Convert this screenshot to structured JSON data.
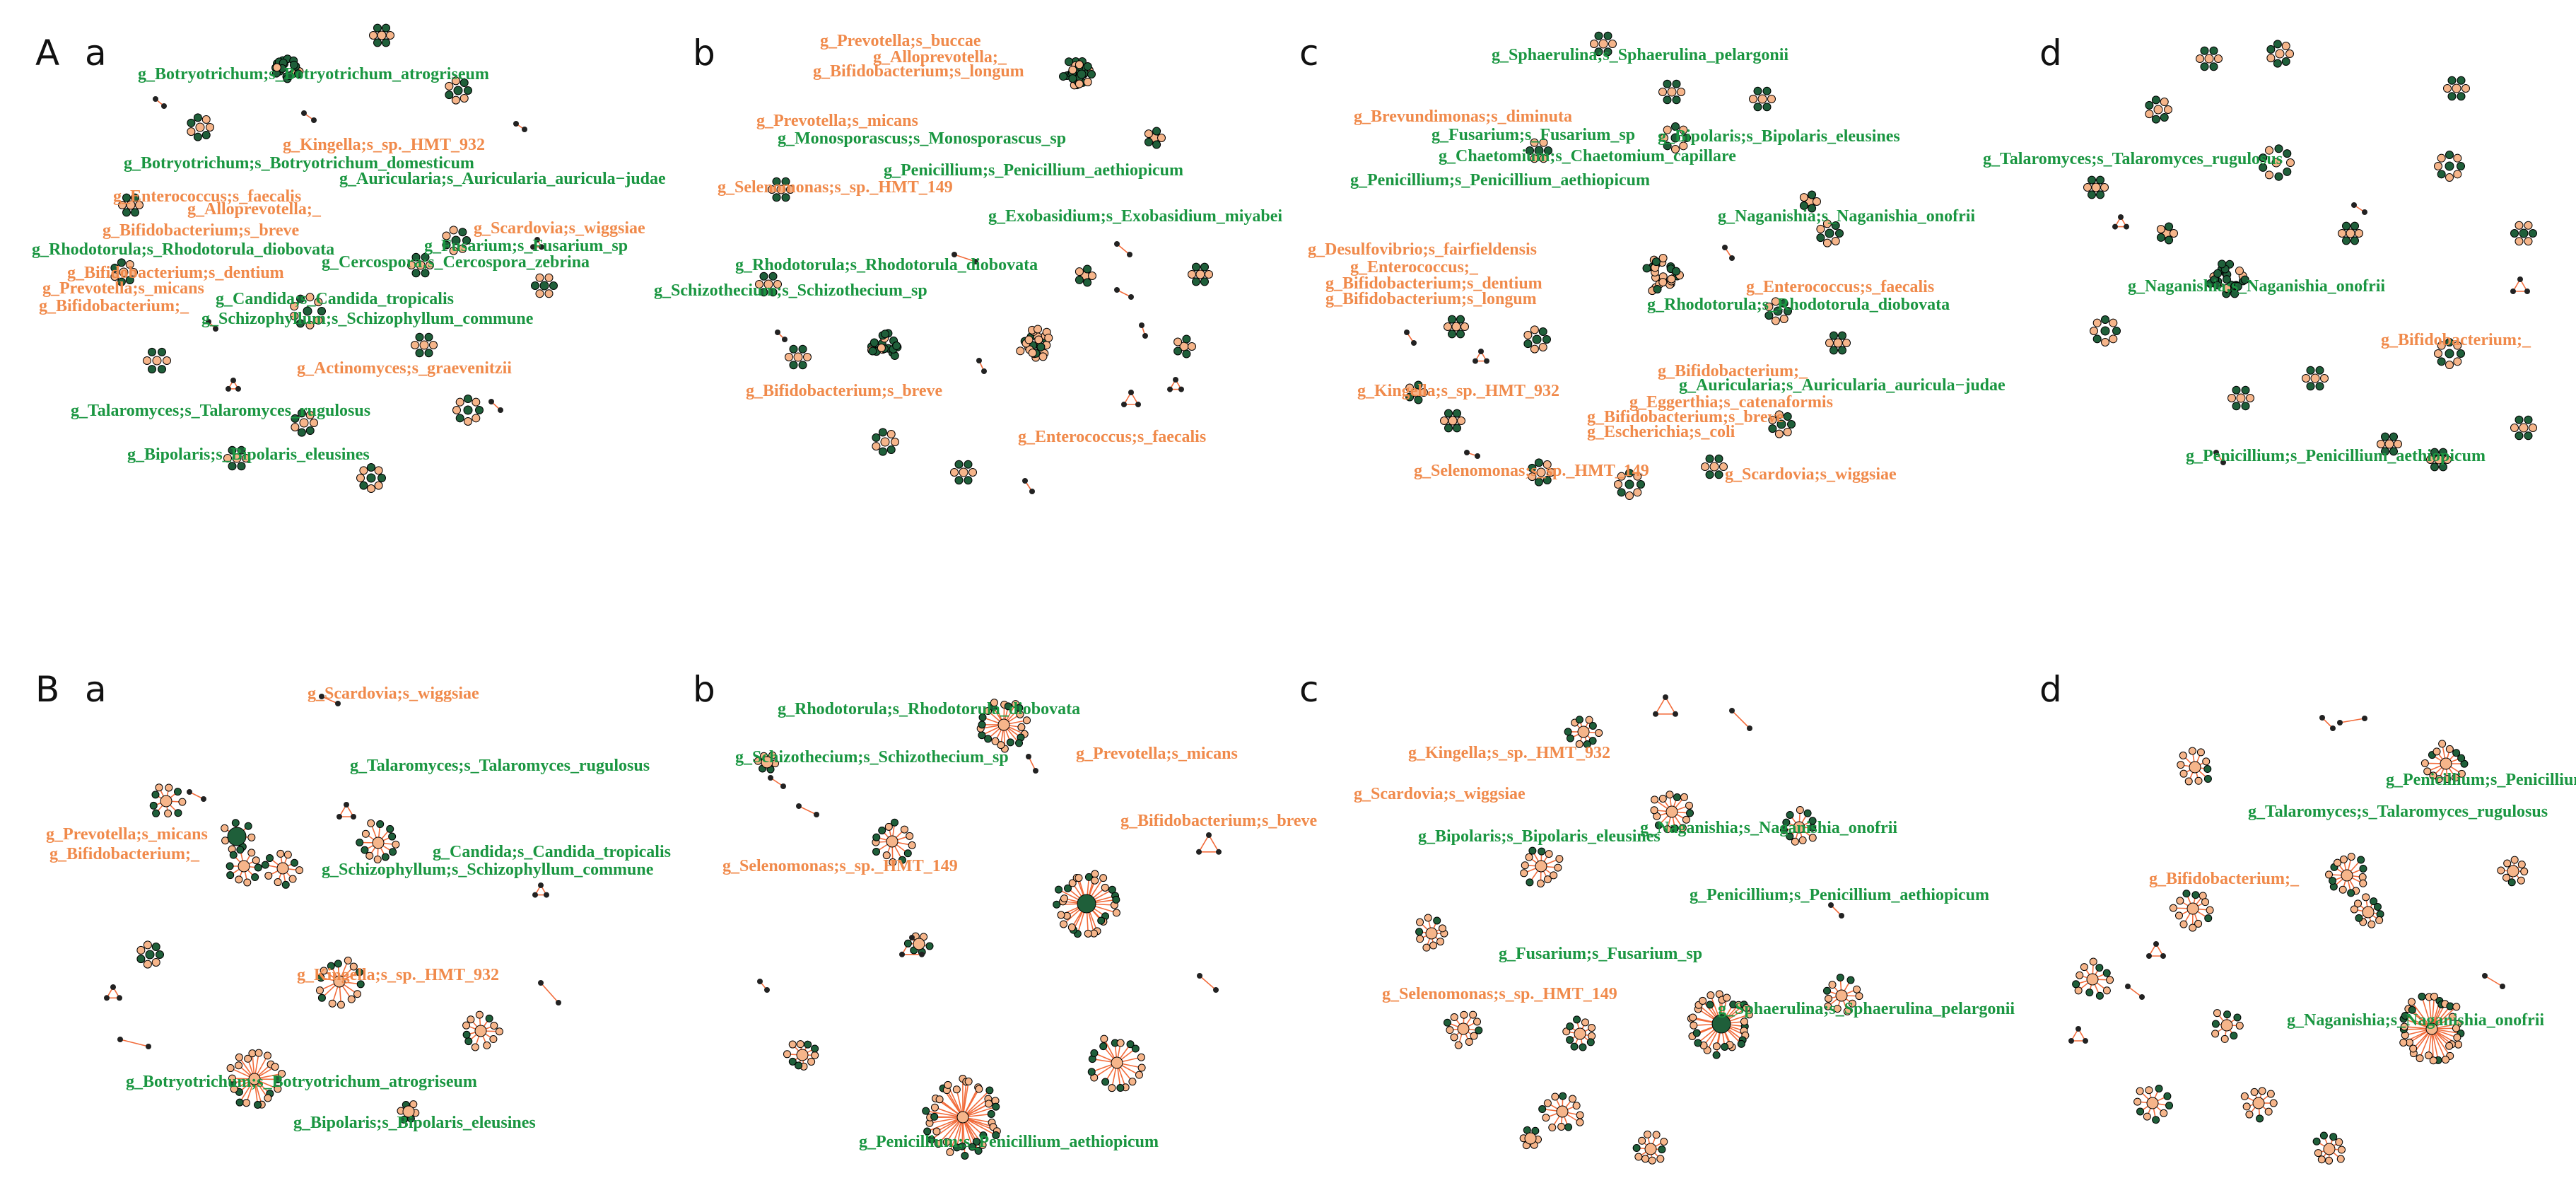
{
  "figure": {
    "rows": [
      {
        "label": "A",
        "panels": [
          {
            "label": "a",
            "taxa": [
              {
                "text": "g_Botryotrichum;s_Botryotrichum_atrogriseum",
                "kind": "fungi"
              },
              {
                "text": "g_Kingella;s_sp._HMT_932",
                "kind": "bacteria"
              },
              {
                "text": "g_Botryotrichum;s_Botryotrichum_domesticum",
                "kind": "fungi"
              },
              {
                "text": "g_Auricularia;s_Auricularia_auricula−judae",
                "kind": "fungi"
              },
              {
                "text": "g_Enterococcus;s_faecalis",
                "kind": "bacteria"
              },
              {
                "text": "g_Alloprevotella;_",
                "kind": "bacteria"
              },
              {
                "text": "g_Scardovia;s_wiggsiae",
                "kind": "bacteria"
              },
              {
                "text": "g_Bifidobacterium;s_breve",
                "kind": "bacteria"
              },
              {
                "text": "g_Fusarium;s_Fusarium_sp",
                "kind": "fungi"
              },
              {
                "text": "g_Rhodotorula;s_Rhodotorula_diobovata",
                "kind": "fungi"
              },
              {
                "text": "g_Cercospora;s_Cercospora_zebrina",
                "kind": "fungi"
              },
              {
                "text": "g_Bifidobacterium;s_dentium",
                "kind": "bacteria"
              },
              {
                "text": "g_Prevotella;s_micans",
                "kind": "bacteria"
              },
              {
                "text": "g_Candida;s_Candida_tropicalis",
                "kind": "fungi"
              },
              {
                "text": "g_Bifidobacterium;_",
                "kind": "bacteria"
              },
              {
                "text": "g_Schizophyllum;s_Schizophyllum_commune",
                "kind": "fungi"
              },
              {
                "text": "g_Actinomyces;s_graevenitzii",
                "kind": "bacteria"
              },
              {
                "text": "g_Talaromyces;s_Talaromyces_rugulosus",
                "kind": "fungi"
              },
              {
                "text": "g_Bipolaris;s_Bipolaris_eleusines",
                "kind": "fungi"
              }
            ]
          },
          {
            "label": "b",
            "taxa": [
              {
                "text": "g_Prevotella;s_buccae",
                "kind": "bacteria"
              },
              {
                "text": "g_Alloprevotella;_",
                "kind": "bacteria"
              },
              {
                "text": "g_Bifidobacterium;s_longum",
                "kind": "bacteria"
              },
              {
                "text": "g_Prevotella;s_micans",
                "kind": "bacteria"
              },
              {
                "text": "g_Monosporascus;s_Monosporascus_sp",
                "kind": "fungi"
              },
              {
                "text": "g_Penicillium;s_Penicillium_aethiopicum",
                "kind": "fungi"
              },
              {
                "text": "g_Selenomonas;s_sp._HMT_149",
                "kind": "bacteria"
              },
              {
                "text": "g_Exobasidium;s_Exobasidium_miyabei",
                "kind": "fungi"
              },
              {
                "text": "g_Rhodotorula;s_Rhodotorula_diobovata",
                "kind": "fungi"
              },
              {
                "text": "g_Schizothecium;s_Schizothecium_sp",
                "kind": "fungi"
              },
              {
                "text": "g_Bifidobacterium;s_breve",
                "kind": "bacteria"
              },
              {
                "text": "g_Enterococcus;s_faecalis",
                "kind": "bacteria"
              }
            ]
          },
          {
            "label": "c",
            "taxa": [
              {
                "text": "g_Sphaerulina;s_Sphaerulina_pelargonii",
                "kind": "fungi"
              },
              {
                "text": "g_Brevundimonas;s_diminuta",
                "kind": "bacteria"
              },
              {
                "text": "g_Fusarium;s_Fusarium_sp",
                "kind": "fungi"
              },
              {
                "text": "g_Bipolaris;s_Bipolaris_eleusines",
                "kind": "fungi"
              },
              {
                "text": "g_Chaetomium;s_Chaetomium_capillare",
                "kind": "fungi"
              },
              {
                "text": "g_Penicillium;s_Penicillium_aethiopicum",
                "kind": "fungi"
              },
              {
                "text": "g_Naganishia;s_Naganishia_onofrii",
                "kind": "fungi"
              },
              {
                "text": "g_Desulfovibrio;s_fairfieldensis",
                "kind": "bacteria"
              },
              {
                "text": "g_Enterococcus;_",
                "kind": "bacteria"
              },
              {
                "text": "g_Bifidobacterium;s_dentium",
                "kind": "bacteria"
              },
              {
                "text": "g_Bifidobacterium;s_longum",
                "kind": "bacteria"
              },
              {
                "text": "g_Enterococcus;s_faecalis",
                "kind": "bacteria"
              },
              {
                "text": "g_Rhodotorula;s_Rhodotorula_diobovata",
                "kind": "fungi"
              },
              {
                "text": "g_Bifidobacterium;_",
                "kind": "bacteria"
              },
              {
                "text": "g_Auricularia;s_Auricularia_auricula−judae",
                "kind": "fungi"
              },
              {
                "text": "g_Kingella;s_sp._HMT_932",
                "kind": "bacteria"
              },
              {
                "text": "g_Eggerthia;s_catenaformis",
                "kind": "bacteria"
              },
              {
                "text": "g_Bifidobacterium;s_breve",
                "kind": "bacteria"
              },
              {
                "text": "g_Escherichia;s_coli",
                "kind": "bacteria"
              },
              {
                "text": "g_Selenomonas;s_sp._HMT_149",
                "kind": "bacteria"
              },
              {
                "text": "g_Scardovia;s_wiggsiae",
                "kind": "bacteria"
              }
            ]
          },
          {
            "label": "d",
            "taxa": [
              {
                "text": "g_Talaromyces;s_Talaromyces_rugulosus",
                "kind": "fungi"
              },
              {
                "text": "g_Naganishia;s_Naganishia_onofrii",
                "kind": "fungi"
              },
              {
                "text": "g_Bifidobacterium;_",
                "kind": "bacteria"
              },
              {
                "text": "g_Penicillium;s_Penicillium_aethiopicum",
                "kind": "fungi"
              }
            ]
          }
        ]
      },
      {
        "label": "B",
        "panels": [
          {
            "label": "a",
            "taxa": [
              {
                "text": "g_Scardovia;s_wiggsiae",
                "kind": "bacteria"
              },
              {
                "text": "g_Talaromyces;s_Talaromyces_rugulosus",
                "kind": "fungi"
              },
              {
                "text": "g_Prevotella;s_micans",
                "kind": "bacteria"
              },
              {
                "text": "g_Bifidobacterium;_",
                "kind": "bacteria"
              },
              {
                "text": "g_Candida;s_Candida_tropicalis",
                "kind": "fungi"
              },
              {
                "text": "g_Schizophyllum;s_Schizophyllum_commune",
                "kind": "fungi"
              },
              {
                "text": "g_Kingella;s_sp._HMT_932",
                "kind": "bacteria"
              },
              {
                "text": "g_Botryotrichum;s_Botryotrichum_atrogriseum",
                "kind": "fungi"
              },
              {
                "text": "g_Bipolaris;s_Bipolaris_eleusines",
                "kind": "fungi"
              }
            ]
          },
          {
            "label": "b",
            "taxa": [
              {
                "text": "g_Rhodotorula;s_Rhodotorula_diobovata",
                "kind": "fungi"
              },
              {
                "text": "g_Schizothecium;s_Schizothecium_sp",
                "kind": "fungi"
              },
              {
                "text": "g_Prevotella;s_micans",
                "kind": "bacteria"
              },
              {
                "text": "g_Bifidobacterium;s_breve",
                "kind": "bacteria"
              },
              {
                "text": "g_Selenomonas;s_sp._HMT_149",
                "kind": "bacteria"
              },
              {
                "text": "g_Penicillium;s_Penicillium_aethiopicum",
                "kind": "fungi"
              }
            ]
          },
          {
            "label": "c",
            "taxa": [
              {
                "text": "g_Kingella;s_sp._HMT_932",
                "kind": "bacteria"
              },
              {
                "text": "g_Scardovia;s_wiggsiae",
                "kind": "bacteria"
              },
              {
                "text": "g_Bipolaris;s_Bipolaris_eleusines",
                "kind": "fungi"
              },
              {
                "text": "g_Naganishia;s_Naganishia_onofrii",
                "kind": "fungi"
              },
              {
                "text": "g_Penicillium;s_Penicillium_aethiopicum",
                "kind": "fungi"
              },
              {
                "text": "g_Fusarium;s_Fusarium_sp",
                "kind": "fungi"
              },
              {
                "text": "g_Selenomonas;s_sp._HMT_149",
                "kind": "bacteria"
              },
              {
                "text": "g_Sphaerulina;s_Sphaerulina_pelargonii",
                "kind": "fungi"
              }
            ]
          },
          {
            "label": "d",
            "taxa": [
              {
                "text": "g_Penicillium;s_Penicillium_aethiopicum",
                "kind": "fungi"
              },
              {
                "text": "g_Talaromyces;s_Talaromyces_rugulosus",
                "kind": "fungi"
              },
              {
                "text": "g_Bifidobacterium;_",
                "kind": "bacteria"
              },
              {
                "text": "g_Naganishia;s_Naganishia_onofrii",
                "kind": "fungi"
              }
            ]
          }
        ]
      }
    ],
    "colors": {
      "fungi_label": "#1a9641",
      "bacteria_label": "#f08a4b",
      "edge": "#f26b3a",
      "fungi_node": "#1f5f3a",
      "bacteria_node": "#f6b58a"
    }
  }
}
